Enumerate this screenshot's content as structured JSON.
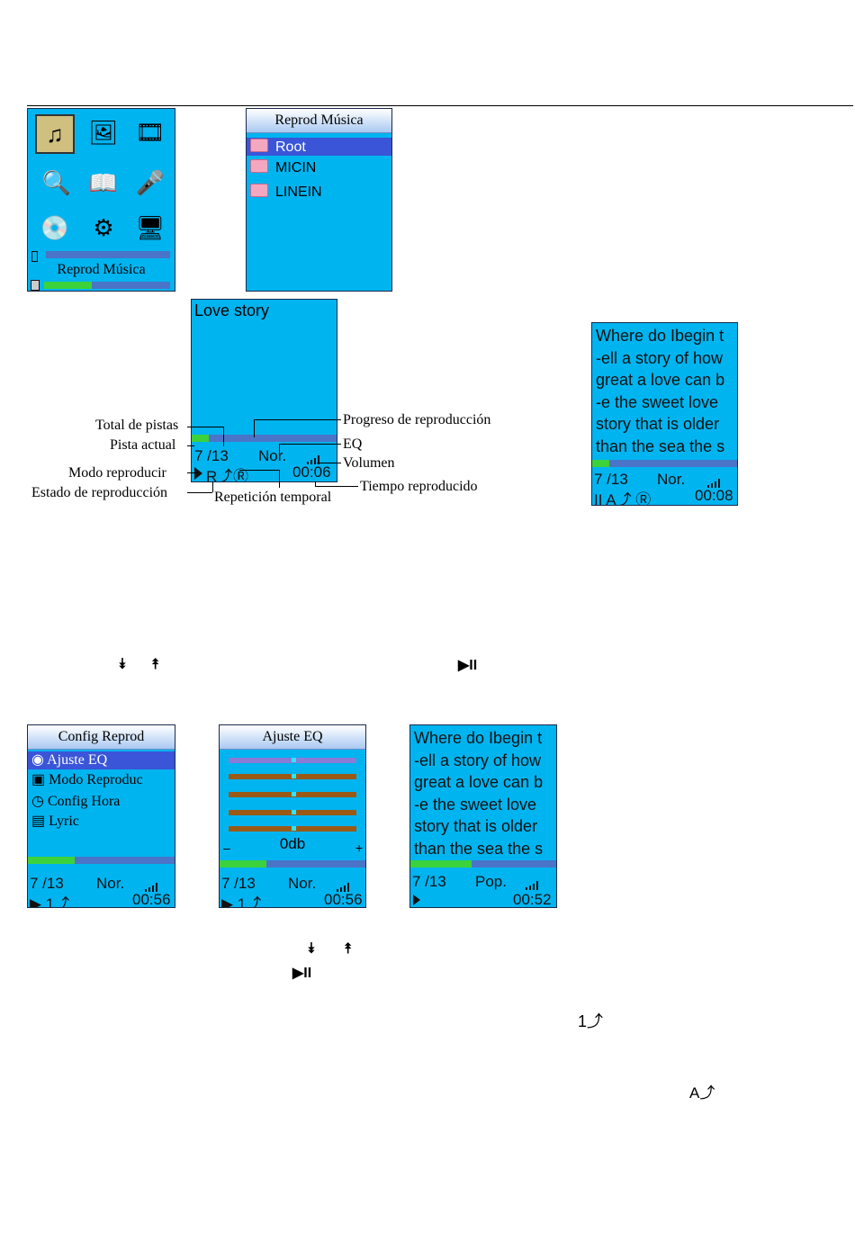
{
  "main_menu": {
    "caption": "Reprod Música"
  },
  "folder_list": {
    "title": "Reprod Música",
    "items": [
      "Root",
      "MICIN",
      "LINEIN"
    ]
  },
  "player": {
    "song_title": "Love story",
    "track": "7 /13",
    "eq": "Nor.",
    "time": "00:06",
    "progress": 0.12,
    "labels": {
      "total": "Total de pistas",
      "current": "Pista actual",
      "mode": "Modo reproducir",
      "state": "Estado de reproducción",
      "progress": "Progreso de reproducción",
      "eq": "EQ",
      "volume": "Volumen",
      "time_played": "Tiempo reproducido",
      "repeat": "Repetición temporal"
    }
  },
  "lyrics_screen_1": {
    "lines": [
      "Where do Ibegin t",
      "-ell a story of how",
      "great a love can b",
      "-e  the sweet love",
      "story that is older",
      "than the sea the s"
    ],
    "track": "7 /13",
    "eq": "Nor.",
    "time": "00:08",
    "progress": 0.12
  },
  "config_menu": {
    "title": "Config Reprod",
    "items": [
      "Ajuste EQ",
      "Modo Reproduc",
      "Config Hora",
      "Lyric"
    ],
    "track": "7 /13",
    "eq": "Nor.",
    "time": "00:56"
  },
  "eq_screen": {
    "title": "Ajuste EQ",
    "value": "0db",
    "minus": "–",
    "plus": "+",
    "track": "7 /13",
    "eq": "Nor.",
    "time": "00:56"
  },
  "lyrics_screen_2": {
    "lines": [
      "Where do Ibegin t",
      "-ell a story of how",
      "great a love can b",
      "-e  the sweet love",
      "story that is older",
      "than the sea the s"
    ],
    "track": "7 /13",
    "eq": "Pop.",
    "time": "00:52",
    "progress": 0.42
  },
  "inline_glyphs": {
    "down": "⯯",
    "up": "⯭",
    "playpause": "▶II",
    "repeat_one": "1⤴",
    "repeat_all": "A⤴"
  }
}
